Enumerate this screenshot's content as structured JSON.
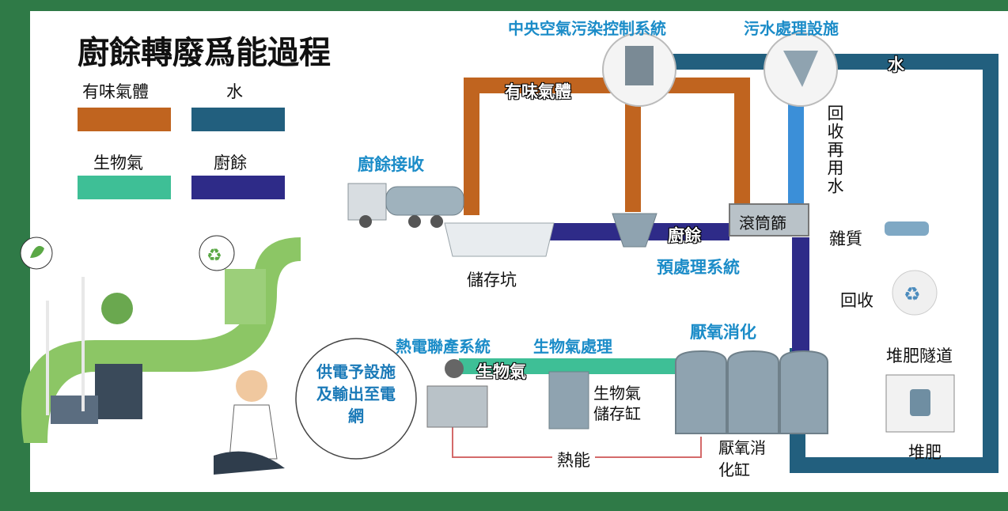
{
  "title": "廚餘轉廢爲能過程",
  "legend": [
    {
      "label": "有味氣體",
      "color": "#c0641f"
    },
    {
      "label": "水",
      "color": "#225f7e"
    },
    {
      "label": "生物氣",
      "color": "#3ebf96"
    },
    {
      "label": "廚餘",
      "color": "#2e2b88"
    }
  ],
  "colors": {
    "odour": "#c0641f",
    "water": "#225f7e",
    "recycled_water": "#3b8fd8",
    "biogas": "#3ebf96",
    "food_waste": "#2e2b88",
    "accent_blue": "#1b8cc8",
    "frame_green": "#2f7a47"
  },
  "labels": {
    "air_control": "中央空氣污染控制系統",
    "sewage": "污水處理設施",
    "water_chip": "水",
    "odour_chip": "有味氣體",
    "food_reception": "廚餘接收",
    "recycled_water": "回收再用水",
    "drum_screen": "滾筒篩",
    "food_waste_chip": "廚餘",
    "storage_pit": "儲存坑",
    "pretreatment": "預處理系統",
    "impurities": "雜質",
    "recycle": "回收",
    "chp": "熱電聯產系統",
    "biogas_treatment": "生物氣處理",
    "anaerobic": "厭氧消化",
    "compost_tunnel": "堆肥隧道",
    "biogas_chip": "生物氣",
    "biogas_tank": "生物氣儲存缸",
    "power_supply": "供電予設施及輸出至電網",
    "heat": "熱能",
    "digester": "厭氧消化缸",
    "compost": "堆肥"
  }
}
